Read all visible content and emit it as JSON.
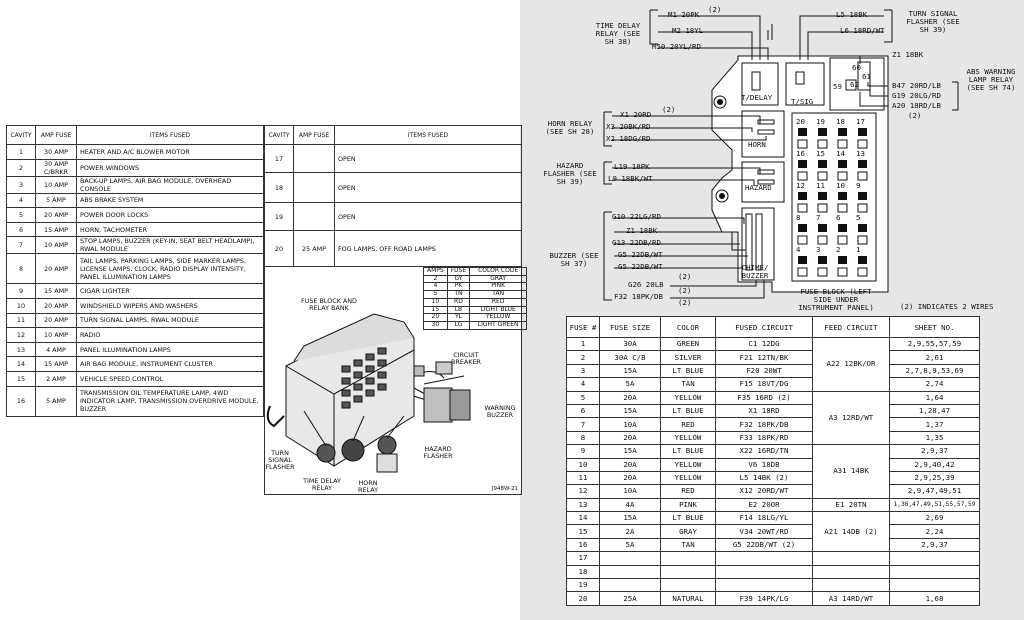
{
  "left_table": {
    "headers": {
      "cavity": "CAVITY",
      "amp_fuse": "AMP FUSE",
      "items_fused": "ITEMS FUSED"
    },
    "rows": [
      {
        "cavity": "1",
        "amp": "30 AMP",
        "items": "HEATER AND A/C BLOWER MOTOR"
      },
      {
        "cavity": "2",
        "amp": "30 AMP C/BRKR",
        "items": "POWER WINDOWS"
      },
      {
        "cavity": "3",
        "amp": "10 AMP",
        "items": "BACK-UP LAMPS, AIR BAG MODULE, OVERHEAD CONSOLE"
      },
      {
        "cavity": "4",
        "amp": "5 AMP",
        "items": "ABS BRAKE SYSTEM"
      },
      {
        "cavity": "5",
        "amp": "20 AMP",
        "items": "POWER DOOR LOCKS"
      },
      {
        "cavity": "6",
        "amp": "15 AMP",
        "items": "HORN, TACHOMETER"
      },
      {
        "cavity": "7",
        "amp": "10 AMP",
        "items": "STOP LAMPS, BUZZER (KEY-IN, SEAT BELT HEADLAMP), RWAL MODULE"
      },
      {
        "cavity": "8",
        "amp": "20 AMP",
        "items": "TAIL LAMPS, PARKING LAMPS, SIDE MARKER LAMPS, LICENSE LAMPS, CLOCK, RADIO DISPLAY INTENSITY, PANEL ILLUMINATION LAMPS"
      },
      {
        "cavity": "9",
        "amp": "15 AMP",
        "items": "CIGAR LIGHTER"
      },
      {
        "cavity": "10",
        "amp": "20 AMP",
        "items": "WINDSHIELD WIPERS AND WASHERS"
      },
      {
        "cavity": "11",
        "amp": "20 AMP",
        "items": "TURN SIGNAL LAMPS, RWAL MODULE"
      },
      {
        "cavity": "12",
        "amp": "10 AMP",
        "items": "RADIO"
      },
      {
        "cavity": "13",
        "amp": "4 AMP",
        "items": "PANEL ILLUMINATION LAMPS"
      },
      {
        "cavity": "14",
        "amp": "15 AMP",
        "items": "AIR BAG MODULE, INSTRUMENT CLUSTER"
      },
      {
        "cavity": "15",
        "amp": "2 AMP",
        "items": "VEHICLE SPEED CONTROL"
      },
      {
        "cavity": "16",
        "amp": "5 AMP",
        "items": "TRANSMISSION OIL TEMPERATURE LAMP, 4WD INDICATOR LAMP, TRANSMISSION OVERDRIVE MODULE, BUZZER"
      }
    ]
  },
  "right_table": {
    "headers": {
      "cavity": "CAVITY",
      "amp_fuse": "AMP FUSE",
      "items_fused": "ITEMS FUSED"
    },
    "rows": [
      {
        "cavity": "17",
        "amp": "",
        "items": "OPEN"
      },
      {
        "cavity": "18",
        "amp": "",
        "items": "OPEN"
      },
      {
        "cavity": "19",
        "amp": "",
        "items": "OPEN"
      },
      {
        "cavity": "20",
        "amp": "25 AMP",
        "items": "FOG LAMPS, OFF ROAD LAMPS"
      }
    ]
  },
  "color_code": {
    "headers": [
      "AMPS",
      "FUSE",
      "COLOR CODE"
    ],
    "rows": [
      [
        "2",
        "GY",
        "GRAY"
      ],
      [
        "4",
        "PK",
        "PINK"
      ],
      [
        "5",
        "TN",
        "TAN"
      ],
      [
        "10",
        "RD",
        "RED"
      ],
      [
        "15",
        "LB",
        "LIGHT BLUE"
      ],
      [
        "20",
        "YL",
        "YELLOW"
      ],
      [
        "30",
        "LG",
        "LIGHT GREEN"
      ]
    ]
  },
  "illustration_labels": {
    "fuse_block": "FUSE BLOCK AND RELAY BANK",
    "circuit_breaker": "CIRCUIT BREAKER",
    "warning_buzzer": "WARNING BUZZER",
    "hazard_flasher": "HAZARD FLASHER",
    "turn_signal_flasher": "TURN SIGNAL FLASHER",
    "time_delay_relay": "TIME DELAY RELAY",
    "horn_relay": "HORN RELAY",
    "figure_id": "J948W-21"
  },
  "wiring": {
    "time_delay_relay": "TIME DELAY RELAY (SEE SH 38)",
    "turn_signal_flasher": "TURN SIGNAL FLASHER (SEE SH 39)",
    "abs_warning": "ABS WARNING LAMP RELAY (SEE SH 74)",
    "horn_relay": "HORN RELAY (SEE SH 28)",
    "hazard_flasher": "HAZARD FLASHER (SEE SH 39)",
    "buzzer": "BUZZER (SEE SH 37)",
    "fuse_block_caption": "FUSE BLOCK (LEFT SIDE UNDER INSTRUMENT PANEL)",
    "indicates_note": "(2) INDICATES 2 WIRES",
    "slot_tdelay": "T/DELAY",
    "slot_tsig": "T/SIG",
    "slot_horn": "HORN",
    "slot_hazard": "HAZARD",
    "slot_chime": "CHIME/ BUZZER",
    "wires": {
      "m1": "M1 20PK",
      "m1n": "(2)",
      "m2": "M2 18YL",
      "m50": "M50 20YL/RD",
      "l5": "L5 18BK",
      "l6": "L6 18RD/WT",
      "z1a": "Z1 18BK",
      "b47": "B47 20RD/LB",
      "g19": "G19 20LG/RD",
      "a20": "A20 18RD/LB",
      "a20n": "(2)",
      "x1": "X1 20RD",
      "x1n": "(2)",
      "x3": "X3 20BK/RD",
      "x2": "X2 18DG/RD",
      "l19": "L19 18PK",
      "l9": "L9 18BK/WT",
      "g10": "G10 22LG/RD",
      "z1b": "Z1 18BK",
      "g13": "G13 22DB/RD",
      "g5a": "G5 22DB/WT",
      "g5b": "G5 22DB/WT",
      "g5n": "(2)",
      "g26": "G26 20LB",
      "g26n": "(2)",
      "f32": "F32 18PK/DB",
      "f32n": "(2)"
    },
    "grid_numbers": [
      "20",
      "19",
      "18",
      "17",
      "16",
      "15",
      "14",
      "13",
      "12",
      "11",
      "10",
      "9",
      "8",
      "7",
      "6",
      "5",
      "4",
      "3",
      "2",
      "1"
    ],
    "relay_numbers": {
      "n60": "60",
      "n61": "61",
      "n59": "59",
      "n62": "62"
    }
  },
  "fuse_table": {
    "headers": [
      "FUSE #",
      "FUSE SIZE",
      "COLOR",
      "FUSED CIRCUIT",
      "FEED CIRCUIT",
      "SHEET NO."
    ],
    "rows": [
      [
        "1",
        "30A",
        "GREEN",
        "C1 12DG",
        "",
        "2,9,55,57,59"
      ],
      [
        "2",
        "30A C/B",
        "SILVER",
        "F21 12TN/BK",
        "",
        "2,61"
      ],
      [
        "3",
        "15A",
        "LT BLUE",
        "F20 20WT",
        "",
        "2,7,8,9,53,69"
      ],
      [
        "4",
        "5A",
        "TAN",
        "F15 18VT/DG",
        "",
        "2,74"
      ],
      [
        "5",
        "20A",
        "YELLOW",
        "F35 16RD (2)",
        "",
        "1,64"
      ],
      [
        "6",
        "15A",
        "LT BLUE",
        "X1 18RD",
        "",
        "1,28,47"
      ],
      [
        "7",
        "10A",
        "RED",
        "F32 18PK/DB",
        "",
        "1,37"
      ],
      [
        "8",
        "20A",
        "YELLOW",
        "F33 18PK/RD",
        "",
        "1,35"
      ],
      [
        "9",
        "15A",
        "LT BLUE",
        "X22 16RD/TN",
        "",
        "2,9,37"
      ],
      [
        "10",
        "20A",
        "YELLOW",
        "V6 18DB",
        "",
        "2,9,40,42"
      ],
      [
        "11",
        "20A",
        "YELLOW",
        "L5 14BK (2)",
        "",
        "2,9,25,39"
      ],
      [
        "12",
        "10A",
        "RED",
        "X12 20RD/WT",
        "",
        "2,9,47,49,51"
      ],
      [
        "13",
        "4A",
        "PINK",
        "E2 20OR",
        "E1 20TN",
        "1,36,47,49,51,55,57,59"
      ],
      [
        "14",
        "15A",
        "LT BLUE",
        "F14 18LG/YL",
        "",
        "2,69"
      ],
      [
        "15",
        "2A",
        "GRAY",
        "V34 20WT/RD",
        "",
        "2,24"
      ],
      [
        "16",
        "5A",
        "TAN",
        "G5 22DB/WT  (2)",
        "",
        "2,9,37"
      ],
      [
        "17",
        "",
        "",
        "",
        "",
        ""
      ],
      [
        "18",
        "",
        "",
        "",
        "",
        ""
      ],
      [
        "19",
        "",
        "",
        "",
        "",
        ""
      ],
      [
        "20",
        "25A",
        "NATURAL",
        "F39 14PK/LG",
        "A3 14RD/WT",
        "1,68"
      ]
    ],
    "feed_groups": {
      "g1": "A22 12BK/OR",
      "g2": "A3 12RD/WT",
      "g3": "A31 14BK",
      "g4": "A21 14DB (2)"
    }
  }
}
